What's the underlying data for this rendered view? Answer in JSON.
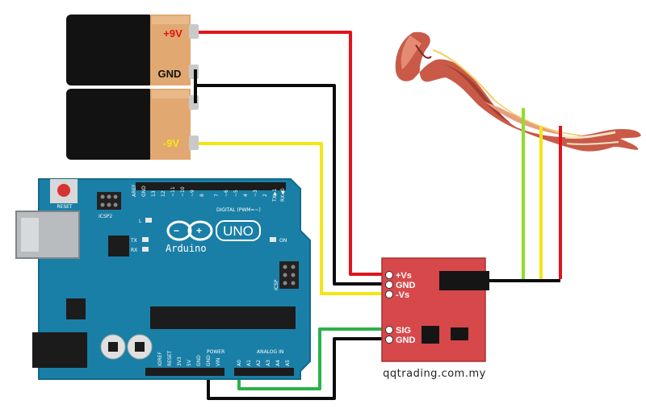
{
  "colors": {
    "wire_red": "#e1141b",
    "wire_black": "#0b0b0b",
    "wire_yellow": "#f3e615",
    "wire_green": "#2ab24a",
    "wire_lime": "#8ede2a",
    "arduino_board": "#1a7fa6",
    "sensor_board": "#d7484a",
    "battery_copper": "#e2a872"
  },
  "battery_top": {
    "terminal_pos": "+9V",
    "terminal_gnd": "GND"
  },
  "battery_bottom": {
    "terminal_neg": "-9V"
  },
  "arduino": {
    "logo": "Arduino",
    "model": "UNO",
    "reset": "RESET",
    "icsp2": "ICSP2",
    "icsp": "ICSP",
    "digital": "DIGITAL (PWM=~)",
    "aref": "AREF",
    "gnd": "GND",
    "pin13": "13",
    "pin12": "12",
    "pin11": "~11",
    "pin10": "~10",
    "pin9": "~9",
    "pin8": "8",
    "pin7": "7",
    "pin6": "~6",
    "pin5": "~5",
    "pin4": "4",
    "pin3": "~3",
    "pin2": "2",
    "tx1": "TX▶1",
    "rx0": "RX◀0",
    "led_l": "L",
    "led_tx": "TX",
    "led_rx": "RX",
    "led_on": "ON",
    "power": "POWER",
    "analog_in": "ANALOG IN",
    "power_pins": [
      "IOREF",
      "RESET",
      "3V3",
      "5V",
      "GND",
      "GND",
      "VIN"
    ],
    "analog_pins": [
      "A0",
      "A1",
      "A2",
      "A3",
      "A4",
      "A5"
    ]
  },
  "sensor": {
    "pin_vs_pos": "+Vs",
    "pin_gnd": "GND",
    "pin_vs_neg": "-Vs",
    "pin_sig": "SIG",
    "pin_gnd2": "GND"
  },
  "watermark": "qqtrading.com.my"
}
